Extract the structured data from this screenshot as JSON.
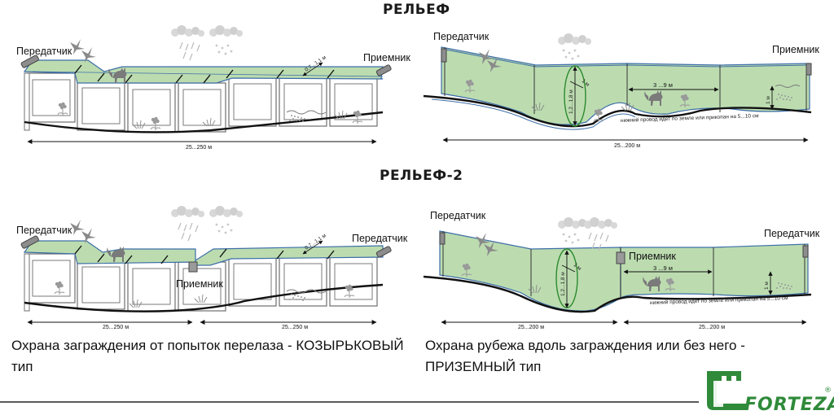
{
  "headings": {
    "relief": "РЕЛЬЕФ",
    "relief2": "РЕЛЬЕФ-2"
  },
  "labels": {
    "transmitter": "Передатчик",
    "receiver": "Приемник",
    "dim_250": "25...250 м",
    "dim_200": "25...200 м",
    "dim_3_9": "3 ...9 м",
    "dim_12_18": "1,2...1,8 м",
    "dim_1": "1 м",
    "dim_07_11": "0,7...1,1 м",
    "wire_note": "нижний провод идет по земле или прикопан на 5...10 см"
  },
  "captions": {
    "left": "Охрана заграждения от попыток перелаза - КОЗЫРЬКОВЫЙ тип",
    "right": "Охрана рубежа вдоль заграждения или без него - ПРИЗЕМНЫЙ тип"
  },
  "logo": {
    "text": "FORTEZA",
    "mark": "®"
  },
  "colors": {
    "zone_green": "#bcdcb0",
    "zone_stroke": "#3d6ea8",
    "ground": "#111111",
    "logo_green": "#2f8a3a"
  }
}
